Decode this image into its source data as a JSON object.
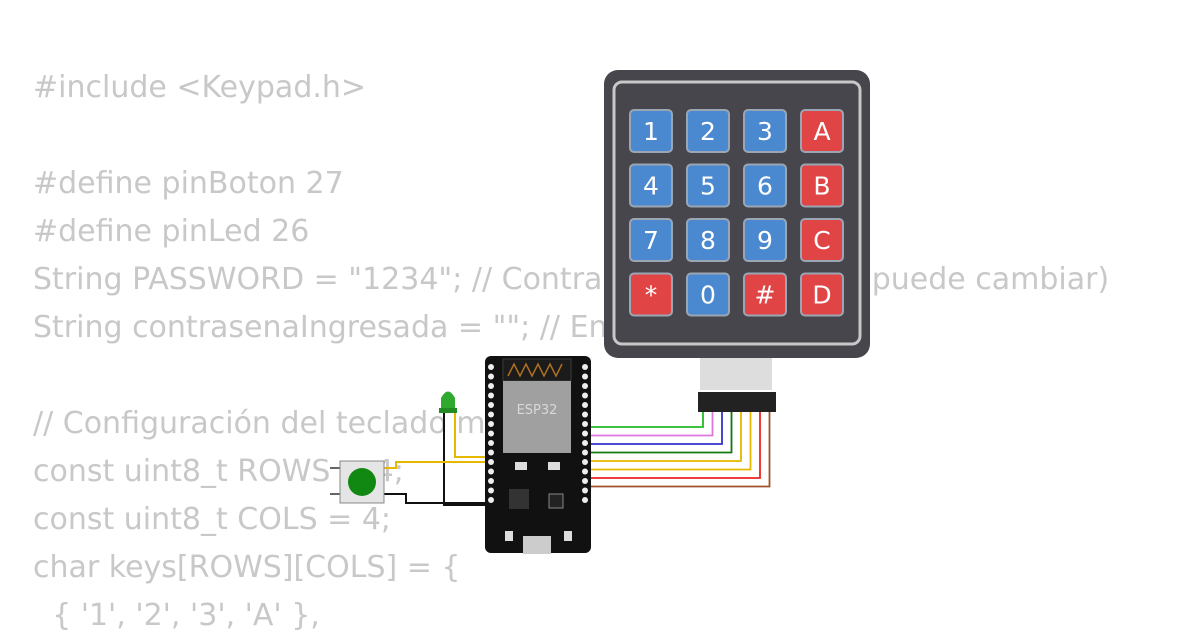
{
  "code": {
    "lines": [
      "#include <Keypad.h>",
      "",
      "#define pinBoton 27",
      "#define pinLed 26",
      "String PASSWORD = \"1234\"; // Contraseña correcta (se puede cambiar)",
      "String contrasenaIngresada = \"\"; // Entrada del usuario",
      "",
      "// Configuración del teclado matricial",
      "const uint8_t ROWS = 4;",
      "const uint8_t COLS = 4;",
      "char keys[ROWS][COLS] = {",
      "  { '1', '2', '3', 'A' },"
    ]
  },
  "keypad": {
    "keys": [
      [
        "1",
        "2",
        "3",
        "A"
      ],
      [
        "4",
        "5",
        "6",
        "B"
      ],
      [
        "7",
        "8",
        "9",
        "C"
      ],
      [
        "*",
        "0",
        "#",
        "D"
      ]
    ],
    "colors": {
      "digit": "#4a89cf",
      "special": "#e04444",
      "body": "#46464c"
    }
  },
  "board": {
    "label": "ESP32"
  },
  "colors": {
    "wires": [
      "#22bb22",
      "#dd77dd",
      "#3333cc",
      "#117711",
      "#e6b800",
      "#e6b800",
      "#ee2222",
      "#a0522d"
    ]
  }
}
